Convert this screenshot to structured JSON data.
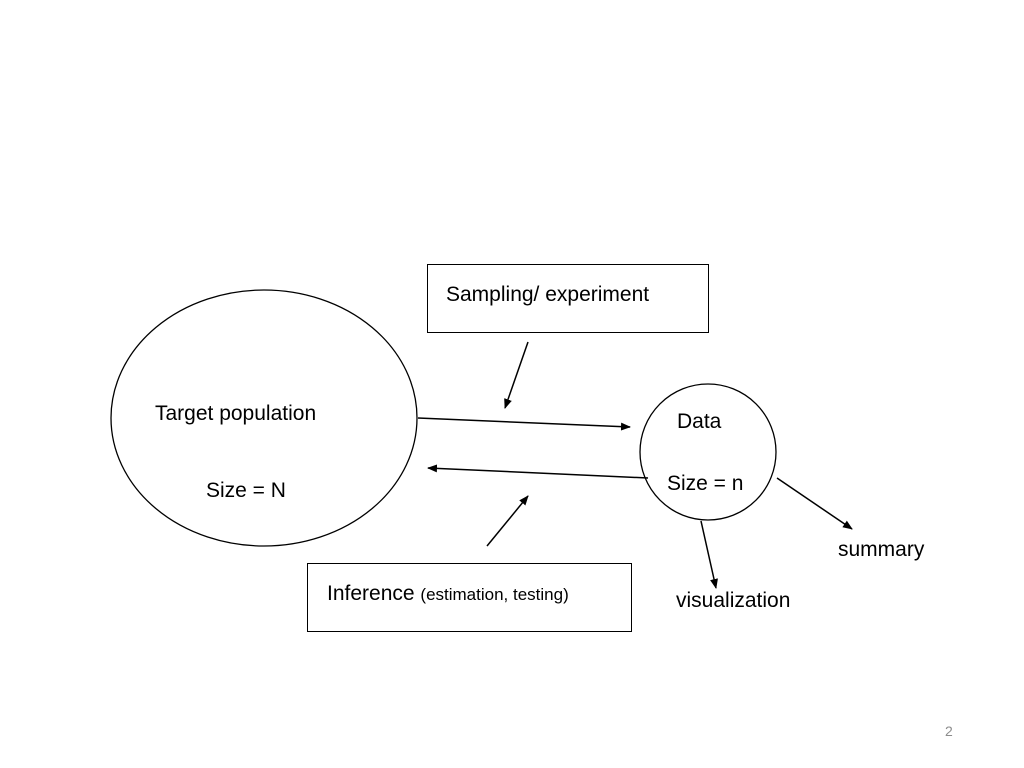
{
  "diagram": {
    "sampling_box": {
      "label": "Sampling/ experiment"
    },
    "population": {
      "title": "Target population",
      "size": "Size = N"
    },
    "data_node": {
      "title": "Data",
      "size": "Size = n"
    },
    "inference_box": {
      "label": "Inference",
      "detail": "(estimation, testing)"
    },
    "outputs": {
      "summary": "summary",
      "visualization": "visualization"
    }
  },
  "page_number": "2"
}
